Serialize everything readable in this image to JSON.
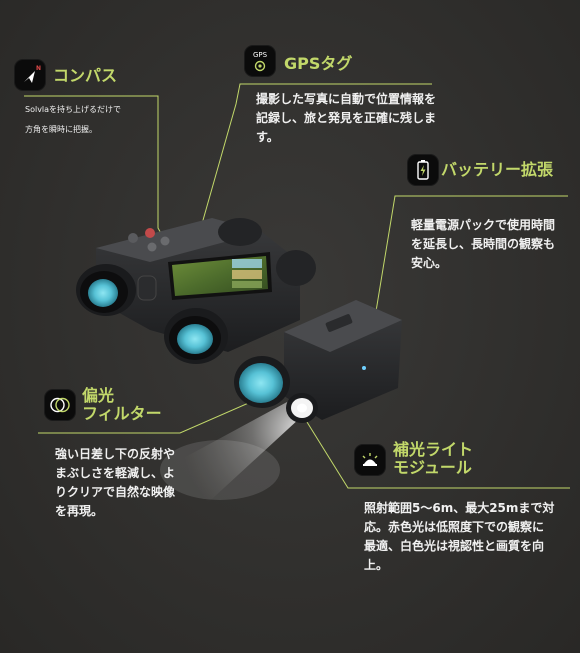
{
  "features": {
    "compass": {
      "title": "コンパス",
      "desc_lines": [
        "Solvlaを持ち上げるだけで",
        "方角を瞬時に把握。"
      ],
      "icon_letter": "N",
      "icon": "compass-icon"
    },
    "gps": {
      "title": "GPSタグ",
      "desc_lines": [
        "撮影した写真に自動で位置情報を",
        "記録し、旅と発見を正確に残しま",
        "す。"
      ],
      "icon_label": "GPS",
      "icon": "gps-location-icon"
    },
    "battery": {
      "title": "バッテリー拡張",
      "desc_lines": [
        "軽量電源パックで使用時間",
        "を延長し、長時間の観察も",
        "安心。"
      ],
      "icon": "battery-charging-icon"
    },
    "polarizer": {
      "title_lines": [
        "偏光",
        "フィルター"
      ],
      "desc_lines": [
        "強い日差し下の反射や",
        "まぶしさを軽減し、よ",
        "りクリアで自然な映像",
        "を再現。"
      ],
      "icon": "polarizing-filter-icon"
    },
    "light": {
      "title_lines": [
        "補光ライト",
        "モジュール"
      ],
      "desc_lines": [
        "照射範囲5～6m、最大25mまで対",
        "応。赤色光は低照度下での観察に",
        "最適、白色光は視認性と画質を向",
        "上。"
      ],
      "icon": "light-module-icon"
    }
  },
  "colors": {
    "accent": "#c2d86a",
    "background": "#302f2d",
    "text": "#f0f0f0"
  }
}
